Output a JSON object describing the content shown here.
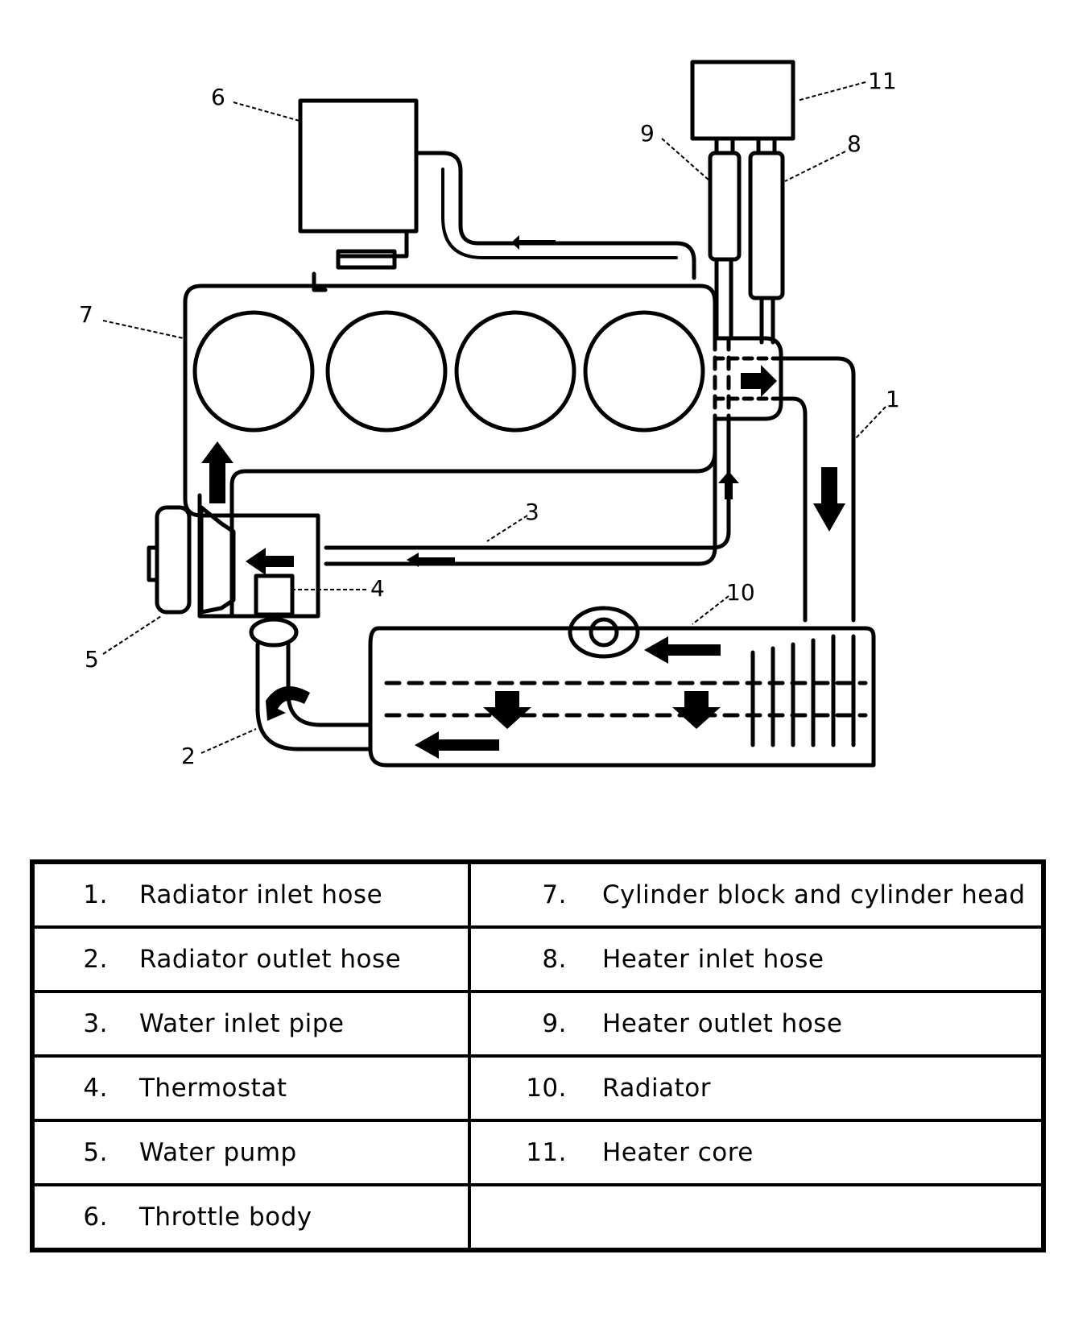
{
  "callouts": {
    "c1": "1",
    "c2": "2",
    "c3": "3",
    "c4": "4",
    "c5": "5",
    "c6": "6",
    "c7": "7",
    "c8": "8",
    "c9": "9",
    "c10": "10",
    "c11": "11"
  },
  "legend": {
    "rows": [
      {
        "left_num": "1.",
        "left_label": "Radiator inlet hose",
        "right_num": "7.",
        "right_label": "Cylinder block and cylinder head"
      },
      {
        "left_num": "2.",
        "left_label": "Radiator outlet hose",
        "right_num": "8.",
        "right_label": "Heater inlet hose"
      },
      {
        "left_num": "3.",
        "left_label": "Water inlet pipe",
        "right_num": "9.",
        "right_label": "Heater outlet hose"
      },
      {
        "left_num": "4.",
        "left_label": "Thermostat",
        "right_num": "10.",
        "right_label": "Radiator"
      },
      {
        "left_num": "5.",
        "left_label": "Water pump",
        "right_num": "11.",
        "right_label": "Heater core"
      },
      {
        "left_num": "6.",
        "left_label": "Throttle body",
        "right_num": "",
        "right_label": ""
      }
    ]
  }
}
